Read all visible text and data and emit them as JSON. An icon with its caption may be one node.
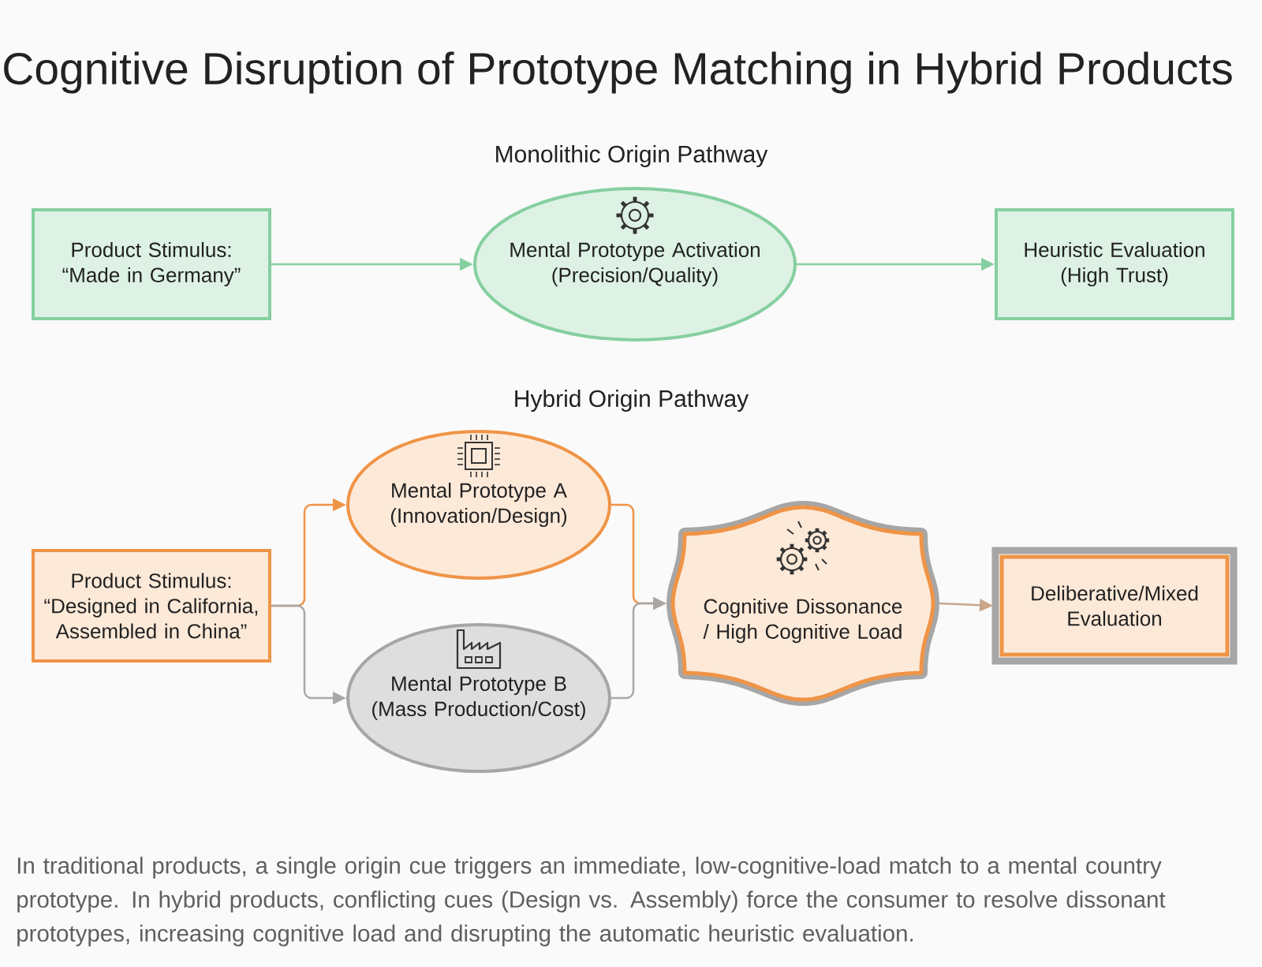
{
  "diagram": {
    "title": "Cognitive Disruption of Prototype Matching in Hybrid Products",
    "nodes": [
      {
        "text": [
          "Product Stimulus:",
          "“Made in Germany”"
        ]
      },
      {
        "text": [
          "Mental Prototype Activation (Precision/Quality)"
        ]
      },
      {
        "text": [
          "Heuristic Evaluation (High Trust)"
        ]
      },
      {
        "text": [
          "Product Stimulus:",
          "“Designed in California, Assembled in China”"
        ]
      },
      {
        "text": [
          "Mental Prototype A (Innovation/Design)"
        ]
      },
      {
        "text": [
          "Mental Prototype B (Mass Production/Cost)"
        ]
      },
      {
        "text": [
          "Cognitive Dissonance / High Cognitive Load"
        ]
      },
      {
        "text": [
          "Deliberative/Mixed Evaluation"
        ]
      }
    ],
    "edges": [
      {
        "from": 0,
        "to": 1,
        "arrow": "to",
        "color": "#86cfa0"
      },
      {
        "from": 1,
        "to": 2,
        "arrow": "to",
        "color": "#86cfa0"
      },
      {
        "from": 3,
        "to": 4,
        "arrow": "to",
        "color": "#ef9447"
      },
      {
        "from": 3,
        "to": 5,
        "arrow": "to",
        "color": "#a8a8a8"
      },
      {
        "from": 4,
        "to": 6,
        "arrow": "to",
        "color": "#ef9447"
      },
      {
        "from": 5,
        "to": 6,
        "arrow": "to",
        "color": "#a8a8a8"
      },
      {
        "from": 6,
        "to": 7,
        "arrow": "to",
        "color": "#c9a68a"
      }
    ],
    "labels": [
      "Monolithic Origin Pathway",
      "Hybrid Origin Pathway"
    ],
    "caption": "In traditional products, a single origin cue triggers an immediate, low-cognitive-load match to a mental country prototype. In hybrid products, conflicting cues (Design vs. Assembly) force the consumer to resolve dissonant prototypes, increasing cognitive load and disrupting the automatic heuristic evaluation."
  }
}
